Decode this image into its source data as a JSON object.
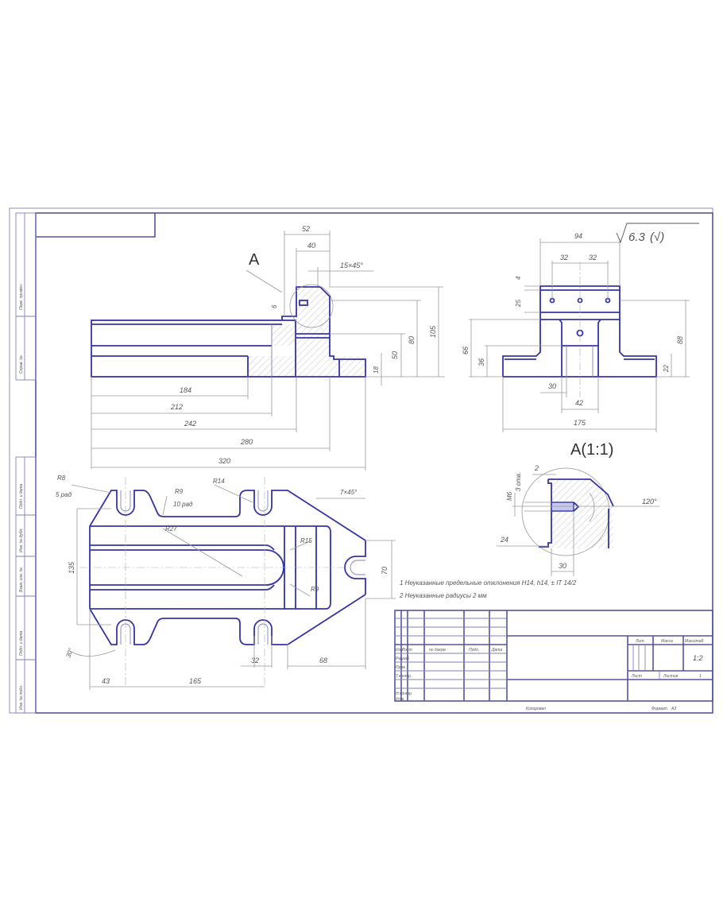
{
  "side_strip": [
    "Перв. примен.",
    "Справ. №",
    "Подп. и дата",
    "Инв. № дубл.",
    "Взам. инв. №",
    "Подп. и дата",
    "Инв. № подл."
  ],
  "front_view": {
    "section_label": "A",
    "dims": [
      "52",
      "40",
      "15×45°",
      "6",
      "105",
      "80",
      "50",
      "18",
      "184",
      "212",
      "242",
      "280",
      "320"
    ]
  },
  "side_view": {
    "roughness": "6.3",
    "roughness_suffix": "(√)",
    "dims": [
      "94",
      "32",
      "32",
      "4",
      "25",
      "66",
      "36",
      "88",
      "22",
      "30",
      "42",
      "175"
    ]
  },
  "detail": {
    "title": "A(1:1)",
    "dims": [
      "2",
      "3 отв.",
      "M6",
      "24",
      "30",
      "120°"
    ]
  },
  "plan_view": {
    "dims": [
      "R8",
      "5 рад",
      "R9",
      "10 рад",
      "R14",
      "7×45°",
      "R27",
      "R15",
      "R9",
      "135",
      "70",
      "30°",
      "32",
      "68",
      "43",
      "165"
    ]
  },
  "notes": [
    "1 Неуказанные предельные отклонения H14, h14, ± IT 14/2",
    "2 Неуказанные радиусы 2 мм"
  ],
  "title_block": {
    "headers": [
      "Изм",
      "Лист",
      "№ докум.",
      "Подп.",
      "Дата"
    ],
    "roles": [
      "Разраб.",
      "Пров.",
      "Т.контр.",
      "Н.контр.",
      "Утв."
    ],
    "lit": "Лит.",
    "mass": "Масса",
    "scale": "Масштаб",
    "scale_value": "1:2",
    "sheet": "Лист",
    "sheets": "Листов",
    "sheets_value": "1",
    "copied": "Копировал",
    "format": "Формат",
    "format_value": "A3"
  }
}
